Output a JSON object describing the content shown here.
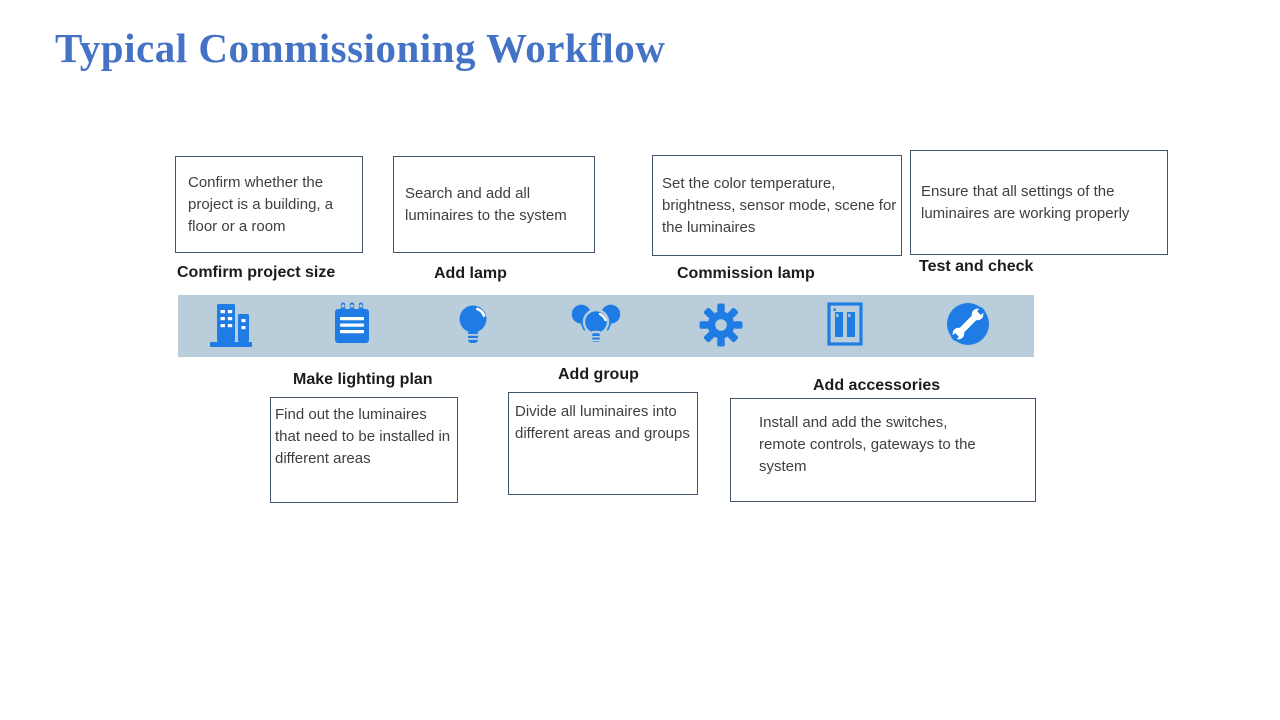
{
  "title": "Typical Commissioning Workflow",
  "colors": {
    "title_blue": "#4472C4",
    "icon_blue": "#1E7CE4",
    "band_background": "#B9CEDA",
    "box_border": "#44546A",
    "body_text": "#3F3F3F"
  },
  "top_steps": [
    {
      "label": "Comfirm project size",
      "description": "Confirm whether the project is a building, a floor or a room"
    },
    {
      "label": "Add lamp",
      "description": "Search and add all luminaires to the system"
    },
    {
      "label": "Commission lamp",
      "description": "Set the color temperature, brightness, sensor mode, scene for the luminaires"
    },
    {
      "label": "Test and check",
      "description": "Ensure that all settings of the luminaires are working properly"
    }
  ],
  "bottom_steps": [
    {
      "label": "Make lighting plan",
      "description": "Find out the luminaires that need to be installed in different areas"
    },
    {
      "label": "Add group",
      "description": "Divide all luminaires into different areas and groups"
    },
    {
      "label": "Add accessories",
      "description": "Install and add the switches, remote controls, gateways to the system"
    }
  ],
  "icons": [
    "building-icon",
    "notepad-icon",
    "bulb-icon",
    "bulbs-group-icon",
    "gear-icon",
    "switch-panel-icon",
    "wrench-icon"
  ]
}
